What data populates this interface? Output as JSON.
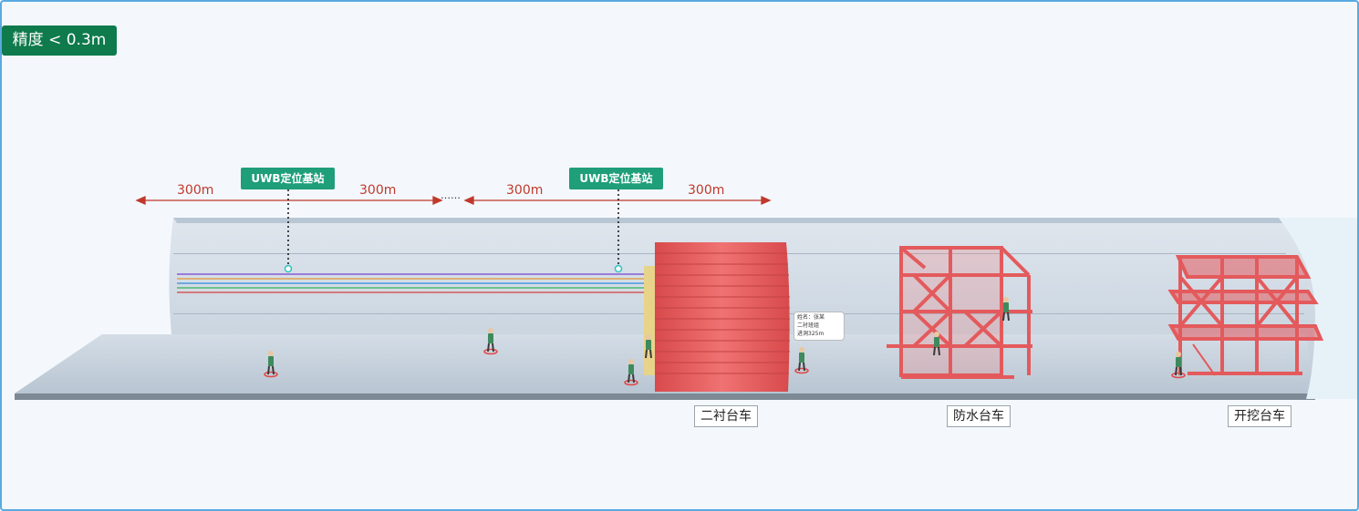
{
  "accuracy_badge": "精度 < 0.3m",
  "base_station_label": "UWB定位基站",
  "distances": [
    "300m",
    "300m",
    "300m",
    "300m"
  ],
  "gap_marker": "……",
  "worker_tooltip": {
    "name": "姓名：张某",
    "team": "二衬班组",
    "distance": "进洞325m"
  },
  "equipment": {
    "lining_trolley": "二衬台车",
    "waterproof_trolley": "防水台车",
    "excavation_trolley": "开挖台车"
  },
  "colors": {
    "accent_green": "#0f7a4c",
    "tag_green": "#1f9e7a",
    "trolley_red": "#e8595a",
    "arrow_red": "#c0392b",
    "frame_blue": "#5aa9e0"
  }
}
